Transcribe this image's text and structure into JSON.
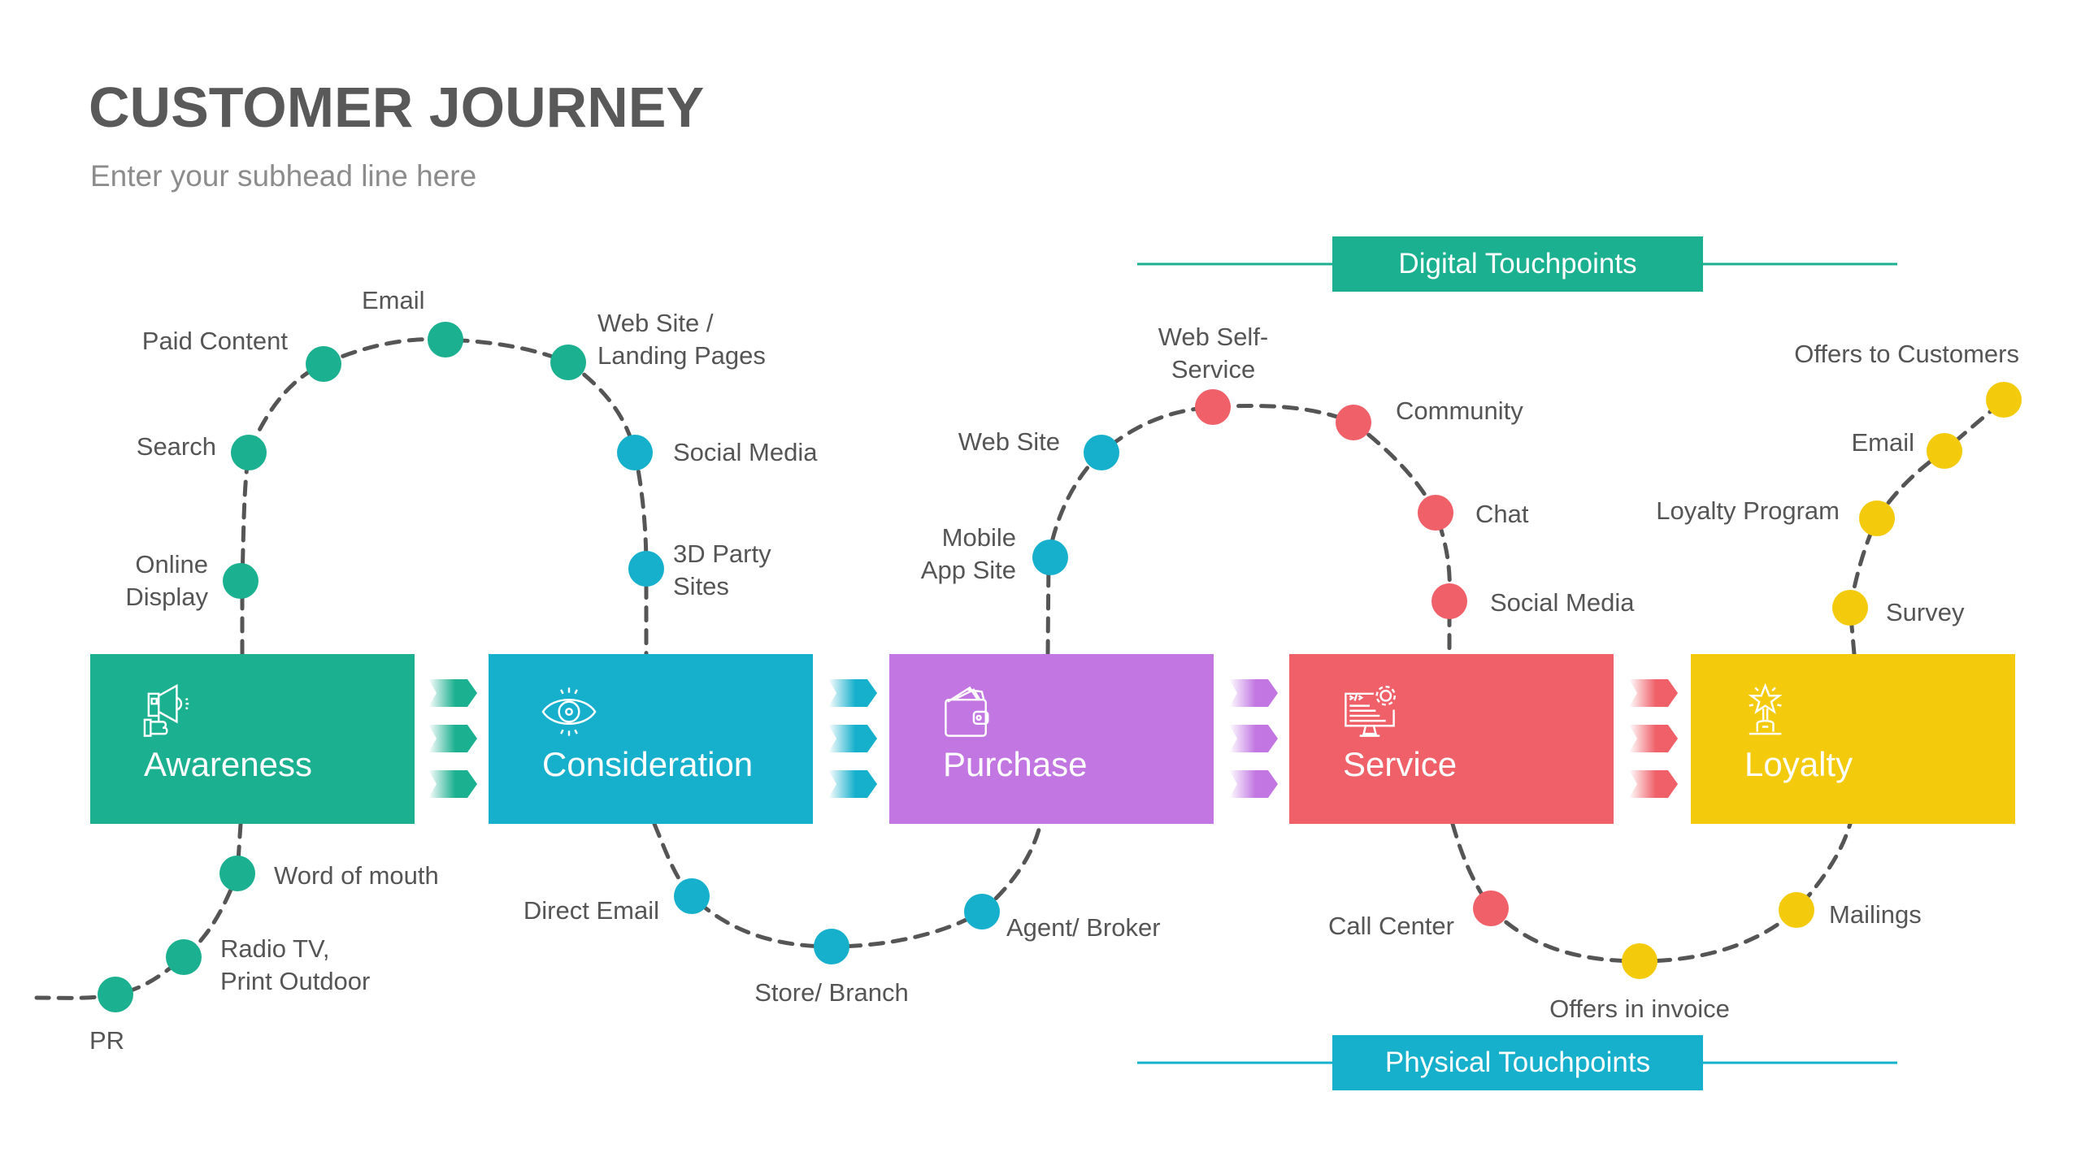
{
  "header": {
    "title": "CUSTOMER JOURNEY",
    "subtitle": "Enter your subhead line here"
  },
  "colors": {
    "awareness": "#1bb08f",
    "consideration": "#17b0cc",
    "purchase": "#c176e2",
    "service": "#ef6069",
    "loyalty": "#f4cb0c",
    "path": "#555555",
    "text": "#555555"
  },
  "touchpoint_headers": {
    "digital": "Digital Touchpoints",
    "physical": "Physical Touchpoints"
  },
  "stages": [
    {
      "name": "Awareness",
      "icon": "megaphone-icon"
    },
    {
      "name": "Consideration",
      "icon": "eye-icon"
    },
    {
      "name": "Purchase",
      "icon": "wallet-icon"
    },
    {
      "name": "Service",
      "icon": "monitor-gear-icon"
    },
    {
      "name": "Loyalty",
      "icon": "trophy-star-icon"
    }
  ],
  "digital_touchpoints": {
    "awareness": [
      "Online Display",
      "Search",
      "Paid Content",
      "Email"
    ],
    "consideration": [
      "Web Site / Landing Pages",
      "Social Media",
      "3D Party Sites"
    ],
    "purchase": [
      "Mobile App Site",
      "Web Site"
    ],
    "service": [
      "Web Self-Service",
      "Community",
      "Chat",
      "Social Media"
    ],
    "loyalty": [
      "Survey",
      "Loyalty Program",
      "Email",
      "Offers to Customers"
    ]
  },
  "physical_touchpoints": {
    "awareness": [
      "Word of mouth",
      "Radio TV, Print Outdoor",
      "PR"
    ],
    "consideration": [
      "Direct Email",
      "Store/ Branch"
    ],
    "purchase": [
      "Agent/ Broker"
    ],
    "service": [
      "Call Center"
    ],
    "loyalty": [
      "Offers in invoice",
      "Mailings"
    ]
  },
  "labels": {
    "online_display_1": "Online",
    "online_display_2": "Display",
    "search": "Search",
    "paid_content": "Paid Content",
    "email_top": "Email",
    "website_landing_1": "Web Site /",
    "website_landing_2": "Landing Pages",
    "social_media_1": "Social Media",
    "third_party_1": "3D Party",
    "third_party_2": "Sites",
    "mobile_1": "Mobile",
    "mobile_2": "App Site",
    "website": "Web Site",
    "self_service_1": "Web Self-",
    "self_service_2": "Service",
    "community": "Community",
    "chat": "Chat",
    "social_media_2": "Social Media",
    "survey": "Survey",
    "loyalty_program": "Loyalty Program",
    "email_loyalty": "Email",
    "offers_customers": "Offers to Customers",
    "word_of_mouth": "Word of mouth",
    "radio_1": "Radio TV,",
    "radio_2": "Print Outdoor",
    "pr": "PR",
    "direct_email": "Direct Email",
    "store_branch": "Store/ Branch",
    "agent_broker": "Agent/ Broker",
    "call_center": "Call Center",
    "offers_invoice": "Offers in invoice",
    "mailings": "Mailings"
  }
}
